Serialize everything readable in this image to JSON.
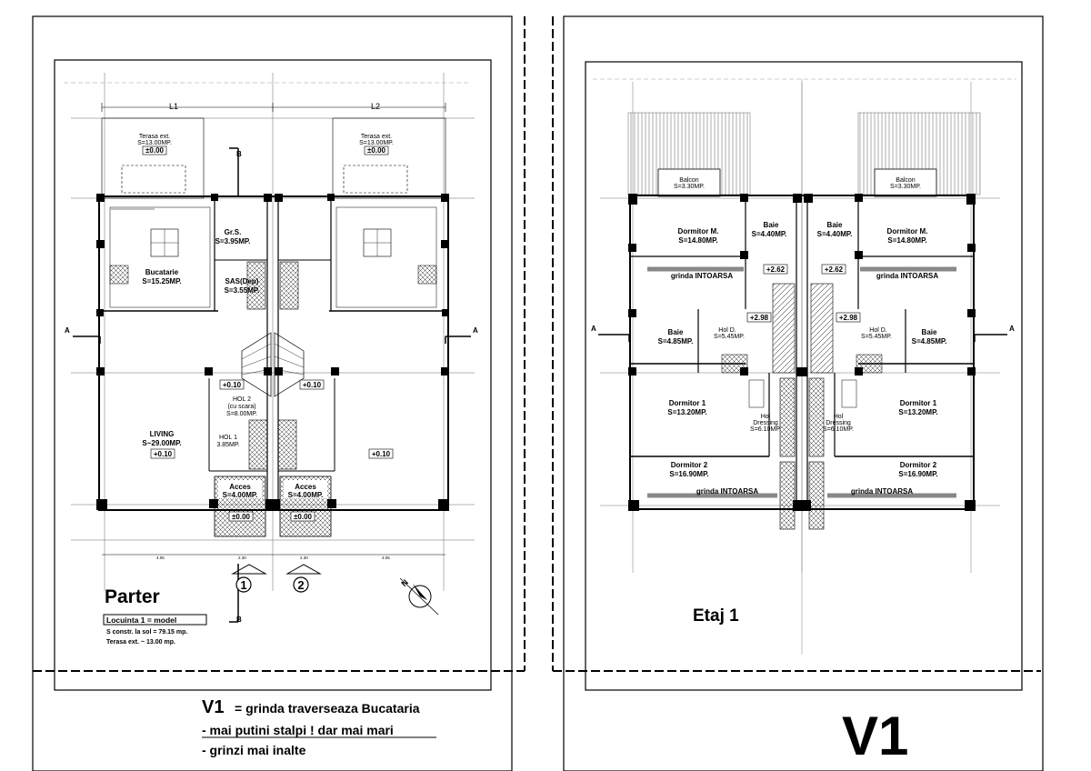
{
  "ground": {
    "dims": {
      "l1": "L1",
      "l2": "L2",
      "w1": "4.05",
      "w2": "2.30",
      "w3": "2.30",
      "w4": "4.05"
    },
    "terraces": [
      {
        "label": "Terasa ext.",
        "area": "S=13.00MP.",
        "level": "±0.00"
      },
      {
        "label": "Terasa ext.",
        "area": "S=13.00MP.",
        "level": "±0.00"
      }
    ],
    "rooms": {
      "grs": {
        "name": "Gr.S.",
        "area": "S=3.95MP."
      },
      "kitchen": {
        "name": "Bucatarie",
        "area": "S=15.25MP."
      },
      "sas": {
        "name": "SAS(Dep)",
        "area": "S=3.55MP."
      },
      "hol2": {
        "name": "HOL 2",
        "note": "(cu scara)",
        "area": "S=8.00MP."
      },
      "hol1": {
        "name": "HOL 1",
        "area": "3.85MP."
      },
      "living": {
        "name": "LIVING",
        "area": "S~29.00MP."
      },
      "acc1": {
        "name": "Acces",
        "area": "S=4.00MP."
      },
      "acc2": {
        "name": "Acces",
        "area": "S=4.00MP."
      }
    },
    "levels": {
      "l1": "+0.10",
      "l2": "+0.10",
      "l3": "+0.10",
      "l4": "+0.10",
      "a1": "±0.00",
      "a2": "±0.00"
    },
    "markers": {
      "one": "1",
      "two": "2"
    },
    "section": {
      "a": "A",
      "b": "B"
    },
    "title": "Parter",
    "legend": {
      "model": "Locuinta 1 = model",
      "area1": "S constr. la sol = 79.15 mp.",
      "area2": "Terasa ext. ~ 13.00 mp."
    }
  },
  "upper": {
    "balconies": [
      {
        "label": "Balcon",
        "area": "S=3.30MP."
      },
      {
        "label": "Balcon",
        "area": "S=3.30MP."
      }
    ],
    "rooms": {
      "dm_l": {
        "name": "Dormitor M.",
        "area": "S=14.80MP."
      },
      "baie1_l": {
        "name": "Baie",
        "area": "S=4.40MP."
      },
      "baie1_r": {
        "name": "Baie",
        "area": "S=4.40MP."
      },
      "dm_r": {
        "name": "Dormitor M.",
        "area": "S=14.80MP."
      },
      "baie2_l": {
        "name": "Baie",
        "area": "S=4.85MP."
      },
      "hold_l": {
        "name": "Hol D.",
        "area": "S=5.45MP."
      },
      "hold_r": {
        "name": "Hol D.",
        "area": "S=5.45MP."
      },
      "baie2_r": {
        "name": "Baie",
        "area": "S=4.85MP."
      },
      "d1_l": {
        "name": "Dormitor 1",
        "area": "S=13.20MP."
      },
      "d1_r": {
        "name": "Dormitor 1",
        "area": "S=13.20MP."
      },
      "dres_l": {
        "name": "Hol",
        "name2": "Dressing",
        "area": "S=6.10MP."
      },
      "dres_r": {
        "name": "Hol",
        "name2": "Dressing",
        "area": "S=6.10MP."
      },
      "d2_l": {
        "name": "Dormitor 2",
        "area": "S=16.90MP."
      },
      "d2_r": {
        "name": "Dormitor 2",
        "area": "S=16.90MP."
      }
    },
    "beams": {
      "b1": "grinda INTOARSA",
      "b2": "grinda INTOARSA",
      "b3": "grinda INTOARSA",
      "b4": "grinda INTOARSA"
    },
    "levels": {
      "l1": "+2.62",
      "l2": "+2.62",
      "l3": "+2.98",
      "l4": "+2.98"
    },
    "section": {
      "a": "A"
    },
    "title": "Etaj 1"
  },
  "notes": {
    "v1": "V1",
    "line1": "= grinda traverseaza Bucataria",
    "line2": "- mai putini stalpi ! dar mai mari",
    "line3": "- grinzi mai inalte"
  },
  "big_label": "V1"
}
